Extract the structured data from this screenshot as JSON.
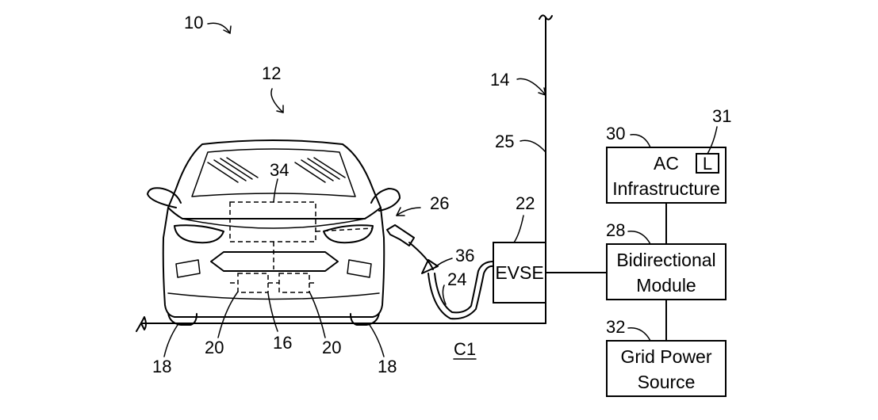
{
  "refs": {
    "system": "10",
    "vehicle": "12",
    "pole": "14",
    "charger_line": "25",
    "arrow26": "26",
    "evse_ref": "22",
    "cable": "24",
    "connector": "36",
    "battery": "16",
    "cell_left": "20",
    "cell_right": "20",
    "wheel_left": "18",
    "wheel_right": "18",
    "controller": "34",
    "ac_ref": "30",
    "load_ref": "31",
    "bidir_ref": "28",
    "grid_ref": "32",
    "circuit": "C1"
  },
  "boxes": {
    "evse": "EVSE",
    "ac_line1": "AC",
    "ac_line2": "Infrastructure",
    "load": "L",
    "bidir_line1": "Bidirectional",
    "bidir_line2": "Module",
    "grid_line1": "Grid Power",
    "grid_line2": "Source"
  }
}
